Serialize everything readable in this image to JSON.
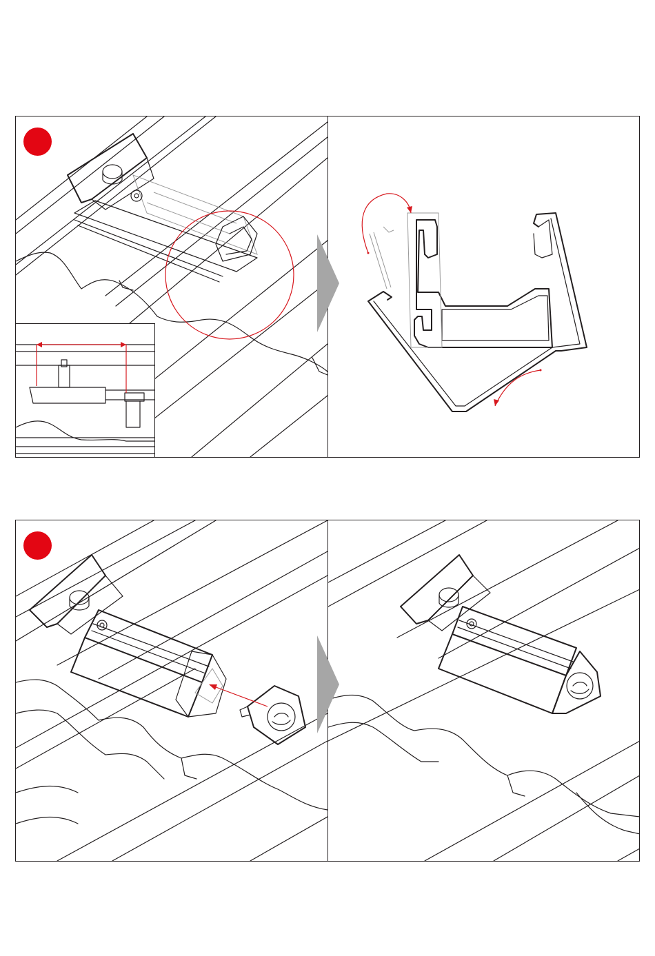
{
  "colors": {
    "accent": "#e30613",
    "line": "#231f20",
    "arrow": "#a6a6a6",
    "annotation": "#d7191f"
  },
  "steps": [
    {
      "marker": "red-dot"
    },
    {
      "marker": "red-dot"
    }
  ],
  "icons": {
    "step_marker": "filled-circle",
    "next_arrow": "chevron-right",
    "rotate_arrow": "curved-arrow",
    "insert_arrow": "straight-arrow"
  }
}
